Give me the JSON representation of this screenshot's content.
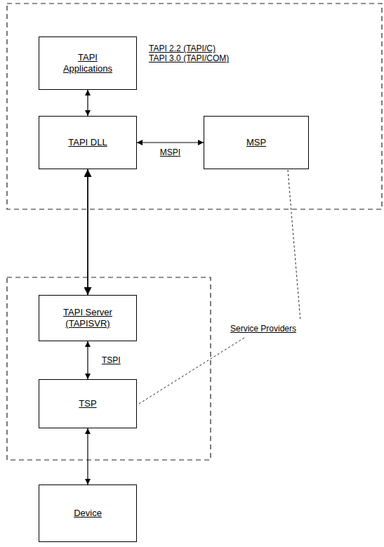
{
  "diagram": {
    "nodes": [
      {
        "text": [
          "TAPI Applications"
        ]
      },
      {
        "text": [
          "TAPI DLL"
        ]
      },
      {
        "text": [
          "MSP"
        ]
      },
      {
        "text": [
          "TAPI Server (TAPISVR)"
        ]
      },
      {
        "text": [
          "TSP"
        ]
      },
      {
        "text": [
          "Device"
        ]
      }
    ],
    "edges": [
      {
        "from": 0,
        "to": 1,
        "arrow": "both"
      },
      {
        "from": 1,
        "to": 2,
        "label": "MSPI",
        "arrow": "both"
      },
      {
        "from": 1,
        "to": 3,
        "arrow": "both"
      },
      {
        "from": 3,
        "to": 4,
        "label": "TSPI",
        "arrow": "both"
      },
      {
        "from": 4,
        "to": 5,
        "arrow": "both"
      }
    ],
    "labels": [
      "TAPI 2.2 (TAPI/C)",
      "TAPI 3.0 (TAPI/COM)",
      "Service Providers"
    ]
  }
}
